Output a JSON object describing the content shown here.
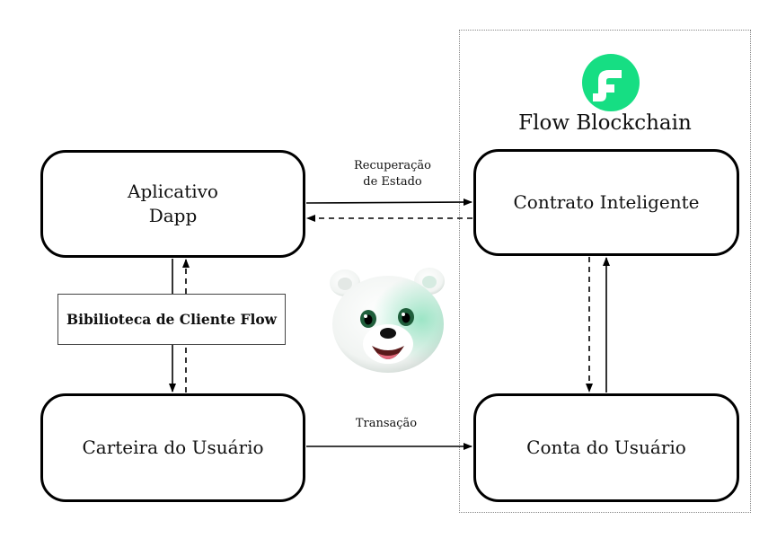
{
  "blockchain": {
    "title": "Flow Blockchain",
    "logo_icon": "flow-logo-icon",
    "logo_color": "#16de83"
  },
  "nodes": {
    "app": "Aplicativo\nDapp",
    "wallet": "Carteira do Usuário",
    "contract": "Contrato Inteligente",
    "account": "Conta do Usuário"
  },
  "library": {
    "label": "Bibilioteca de Cliente Flow"
  },
  "edges": {
    "state_retrieval": "Recuperação\nde Estado",
    "transaction": "Transação"
  },
  "mascot": {
    "icon": "polar-bear-mascot-icon"
  }
}
